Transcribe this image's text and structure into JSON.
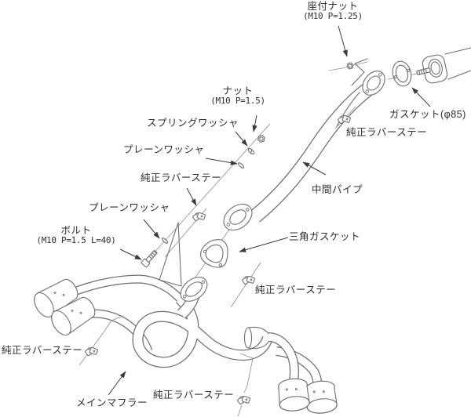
{
  "diagram": {
    "kind": "exhaust-system-exploded-parts-diagram",
    "colors": {
      "line": "#6f6f6f",
      "text": "#2e2e2e",
      "background": "#ffffff"
    },
    "labels": {
      "seat_nut": {
        "text": "座付ナット",
        "spec": "(M10 P=1.25)"
      },
      "nut": {
        "text": "ナット",
        "spec": "(M10 P=1.5)"
      },
      "spring_washer": {
        "text": "スプリングワッシャ"
      },
      "plain_washer_upper": {
        "text": "プレーンワッシャ"
      },
      "stay_mid_upper": {
        "text": "純正ラバーステー"
      },
      "plain_washer_lower": {
        "text": "プレーンワッシャ"
      },
      "bolt": {
        "text": "ボルト",
        "spec": "(M10 P=1.5 L=40)"
      },
      "gasket_85": {
        "text": "ガスケット(φ85)"
      },
      "stay_top_right": {
        "text": "純正ラバーステー"
      },
      "mid_pipe": {
        "text": "中間パイプ"
      },
      "triangle_gasket": {
        "text": "三角ガスケット"
      },
      "stay_mid_right": {
        "text": "純正ラバーステー"
      },
      "stay_left_lower": {
        "text": "純正ラバーステー"
      },
      "stay_bottom": {
        "text": "純正ラバーステー"
      },
      "main_muffler": {
        "text": "メインマフラー"
      }
    }
  }
}
